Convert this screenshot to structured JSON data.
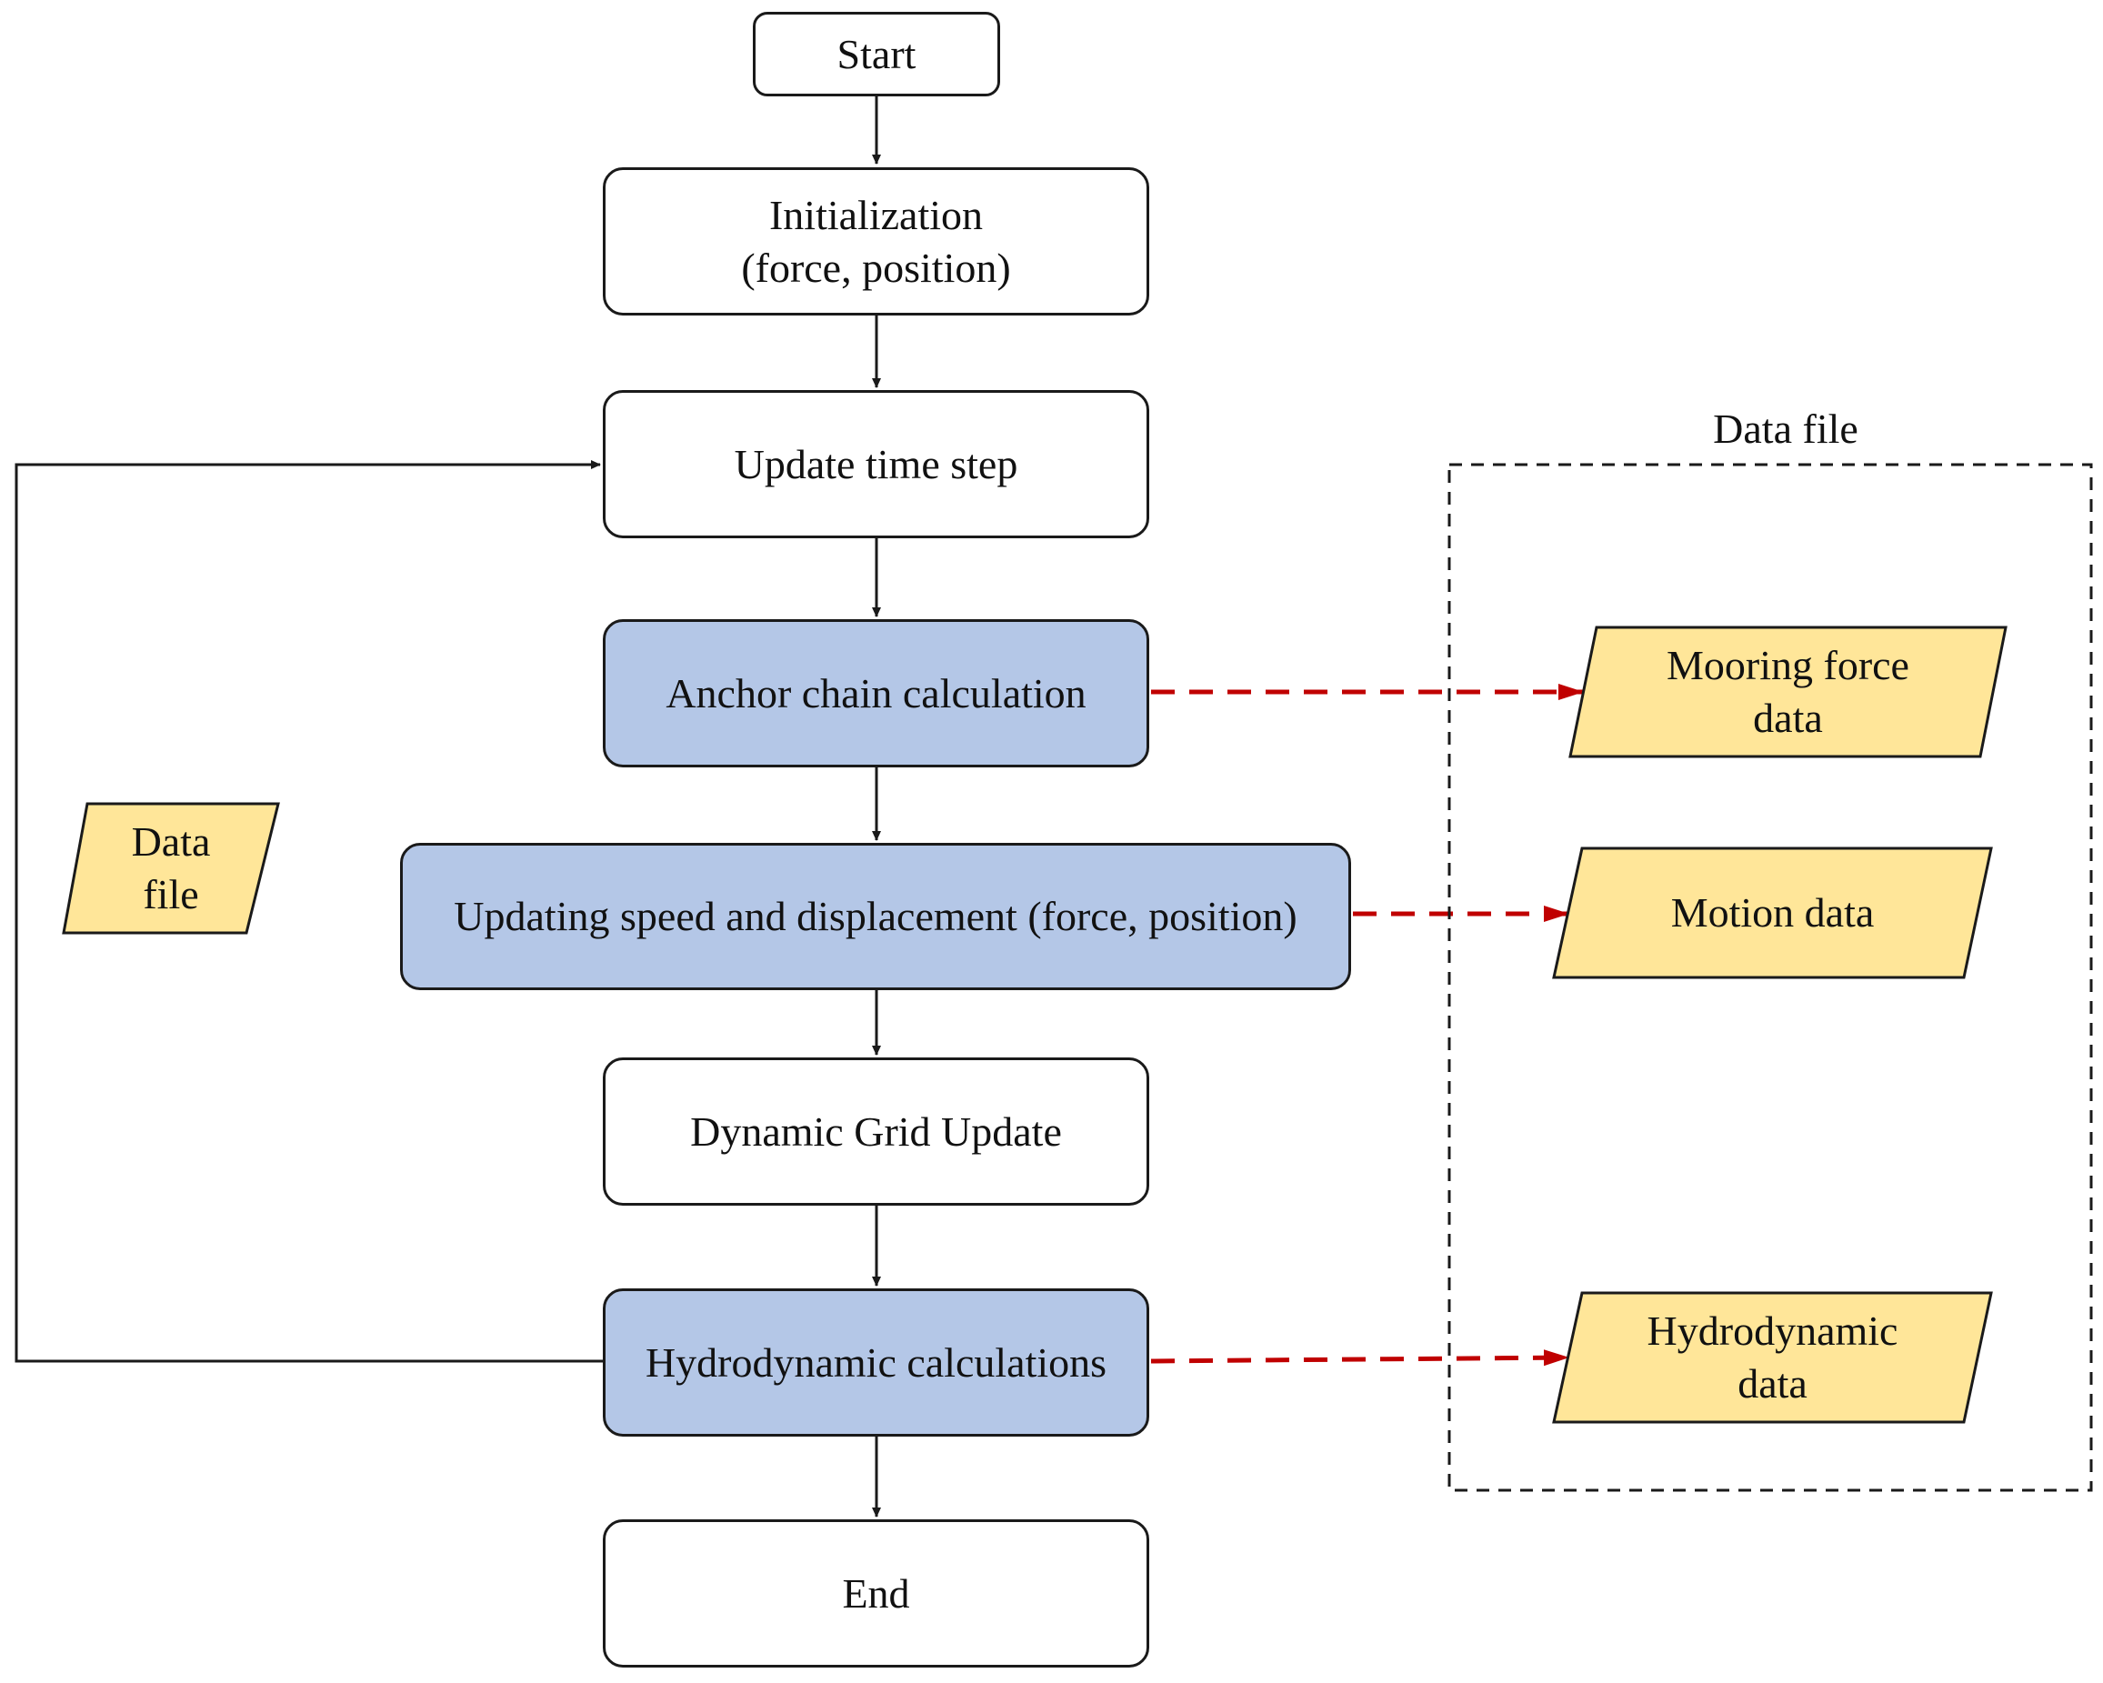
{
  "flow": {
    "start": "Start",
    "init": [
      "Initialization",
      "(force, position)"
    ],
    "update_time_step": "Update time step",
    "anchor_chain": "Anchor chain calculation",
    "updating_speed": "Updating speed and displacement (force, position)",
    "dynamic_grid": "Dynamic Grid Update",
    "hydrodynamic_calc": "Hydrodynamic calculations",
    "end": "End"
  },
  "left_io": [
    "Data",
    "file"
  ],
  "data_file_group": {
    "title": "Data file",
    "mooring": [
      "Mooring force",
      "data"
    ],
    "motion": "Motion data",
    "hydro": [
      "Hydrodynamic",
      "data"
    ]
  },
  "colors": {
    "process_blue": "#b4c7e7",
    "data_yellow": "#ffe699",
    "dashed_arrow": "#c00000",
    "line": "#1a1a1a"
  }
}
